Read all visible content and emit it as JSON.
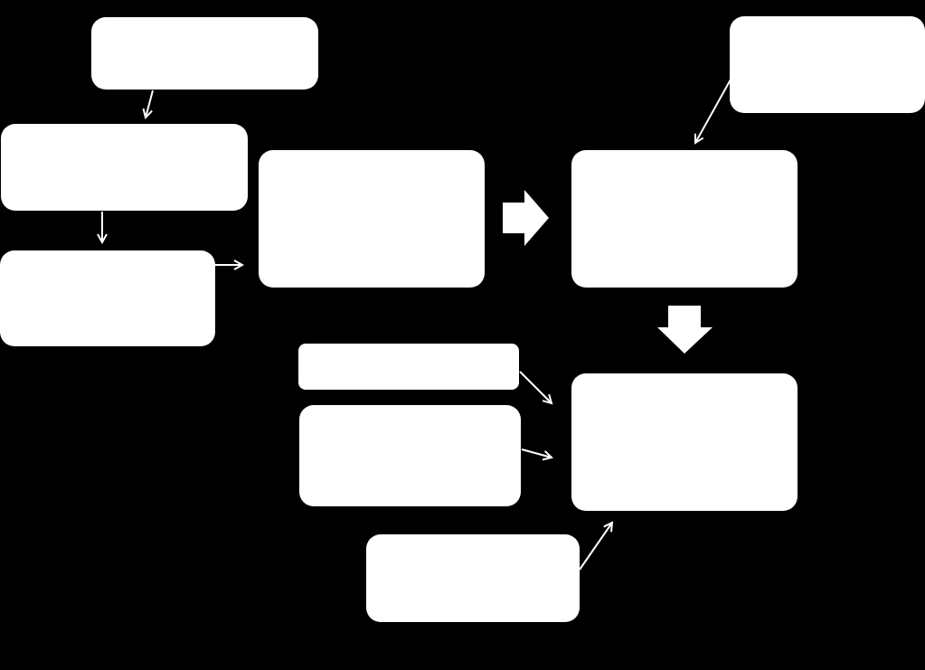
{
  "diagram": {
    "background_color": "#000000",
    "box_color": "#ffffff",
    "arrow_color": "#ffffff",
    "boxes": [
      {
        "id": "b1",
        "label": ""
      },
      {
        "id": "b2",
        "label": ""
      },
      {
        "id": "b3",
        "label": ""
      },
      {
        "id": "b4",
        "label": ""
      },
      {
        "id": "b5",
        "label": ""
      },
      {
        "id": "b6",
        "label": ""
      },
      {
        "id": "b7",
        "label": ""
      },
      {
        "id": "b8",
        "label": ""
      },
      {
        "id": "b9",
        "label": ""
      },
      {
        "id": "b10",
        "label": ""
      }
    ],
    "connections": [
      {
        "from": "b1",
        "to": "b2",
        "style": "thin-arrow"
      },
      {
        "from": "b2",
        "to": "b3",
        "style": "thin-arrow"
      },
      {
        "from": "b3",
        "to": "b4",
        "style": "thin-arrow"
      },
      {
        "from": "b4",
        "to": "b5",
        "style": "block-arrow"
      },
      {
        "from": "b6",
        "to": "b5",
        "style": "thin-arrow"
      },
      {
        "from": "b5",
        "to": "b9",
        "style": "block-arrow"
      },
      {
        "from": "b7",
        "to": "b9",
        "style": "thin-arrow"
      },
      {
        "from": "b8",
        "to": "b9",
        "style": "thin-arrow"
      },
      {
        "from": "b10",
        "to": "b9",
        "style": "thin-arrow"
      }
    ]
  }
}
